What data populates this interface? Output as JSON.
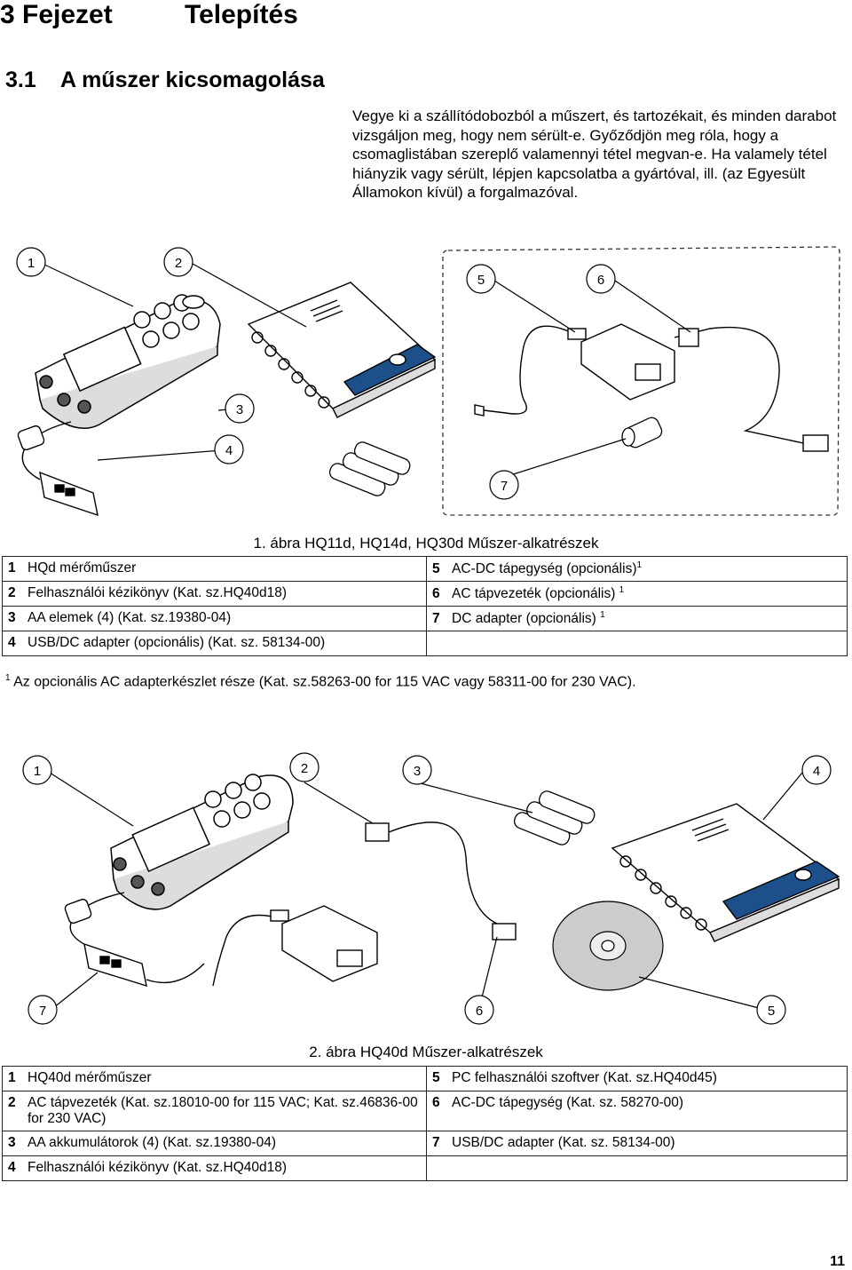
{
  "chapter": {
    "number": "3 Fejezet",
    "title": "Telepítés"
  },
  "section": {
    "number": "3.1",
    "title": "A műszer kicsomagolása"
  },
  "intro": "Vegye ki a szállítódobozból a műszert, és tartozékait, és minden darabot vizsgáljon meg, hogy nem sérült-e. Győződjön meg róla, hogy a csomaglistában szereplő valamennyi tétel megvan-e. Ha valamely tétel hiányzik vagy sérült, lépjen kapcsolatba a gyártóval, ill. (az Egyesült Államokon kívül) a forgalmazóval.",
  "figure1": {
    "callouts": [
      "1",
      "2",
      "3",
      "4",
      "5",
      "6",
      "7"
    ],
    "caption": "1. ábra  HQ11d, HQ14d, HQ30d Műszer-alkatrészek",
    "rows": [
      [
        {
          "n": "1",
          "t": "HQd mérőműszer",
          "sup": ""
        },
        {
          "n": "5",
          "t": "AC-DC tápegység (opcionális)",
          "sup": "1"
        }
      ],
      [
        {
          "n": "2",
          "t": "Felhasználói kézikönyv (Kat. sz.HQ40d18)",
          "sup": ""
        },
        {
          "n": "6",
          "t": "AC tápvezeték (opcionális) ",
          "sup": "1"
        }
      ],
      [
        {
          "n": "3",
          "t": "AA elemek (4) (Kat. sz.19380-04)",
          "sup": ""
        },
        {
          "n": "7",
          "t": "DC adapter (opcionális) ",
          "sup": "1"
        }
      ],
      [
        {
          "n": "4",
          "t": "USB/DC adapter (opcionális) (Kat. sz. 58134-00)",
          "sup": ""
        },
        {
          "n": "",
          "t": "",
          "sup": ""
        }
      ]
    ],
    "note_sup": "1",
    "note": " Az opcionális AC adapterkészlet része (Kat. sz.58263-00 for 115 VAC vagy 58311-00 for 230 VAC)."
  },
  "figure2": {
    "callouts": [
      "1",
      "2",
      "3",
      "4",
      "7",
      "6",
      "5"
    ],
    "caption": "2. ábra  HQ40d Műszer-alkatrészek",
    "rows": [
      [
        {
          "n": "1",
          "t": "HQ40d mérőműszer"
        },
        {
          "n": "5",
          "t": "PC felhasználói szoftver (Kat. sz.HQ40d45)"
        }
      ],
      [
        {
          "n": "2",
          "t": "AC tápvezeték (Kat. sz.18010-00 for 115 VAC; Kat. sz.46836-00 for 230 VAC)"
        },
        {
          "n": "6",
          "t": "AC-DC tápegység (Kat. sz. 58270-00)"
        }
      ],
      [
        {
          "n": "3",
          "t": "AA akkumulátorok (4) (Kat. sz.19380-04)"
        },
        {
          "n": "7",
          "t": "USB/DC adapter (Kat. sz. 58134-00)"
        }
      ],
      [
        {
          "n": "4",
          "t": "Felhasználói kézikönyv (Kat. sz.HQ40d18)"
        },
        {
          "n": "",
          "t": ""
        }
      ]
    ]
  },
  "page_number": "11"
}
